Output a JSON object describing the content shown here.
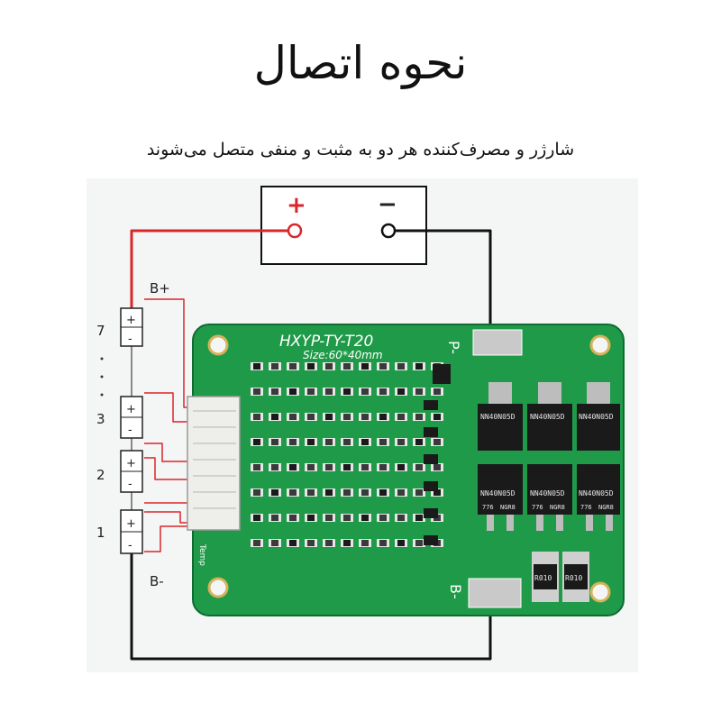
{
  "heading": {
    "title": "نحوه اتصال",
    "subtitle": "شارژر و مصرف‌کننده هر دو به مثبت و منفی متصل می‌شوند"
  },
  "terminals": {
    "plus": "+",
    "minus": "−"
  },
  "battery": {
    "cell_labels": [
      "7",
      "3",
      "2",
      "1"
    ],
    "plus": "+",
    "minus": "-",
    "b_plus_label": "B+",
    "b_minus_label": "B-"
  },
  "board": {
    "model": "HXYP-TY-T20",
    "size": "Size:60*40mm",
    "p_label": "P-",
    "b_label": "B-",
    "temp_label": "Temp",
    "mosfet_text": [
      "NN40N05D",
      "NGR8",
      "776"
    ],
    "resistor_text": "R010"
  },
  "colors": {
    "wire_red": "#d8262b",
    "wire_black": "#111111",
    "pcb_green": "#1f9a49",
    "pcb_dark": "#13773a",
    "silk": "#ffffff",
    "chip": "#1a1a1a"
  }
}
